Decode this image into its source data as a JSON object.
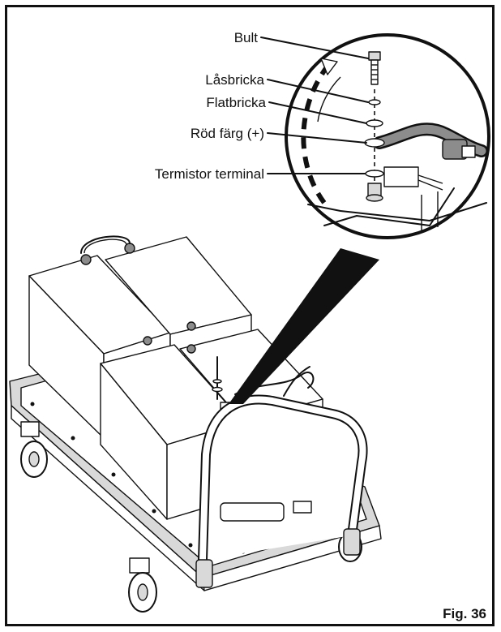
{
  "callouts": [
    {
      "key": "bolt",
      "label": "Bult"
    },
    {
      "key": "lock-washer",
      "label": "Låsbricka"
    },
    {
      "key": "flat-washer",
      "label": "Flatbricka"
    },
    {
      "key": "red-positive",
      "label": "Röd färg (+)"
    },
    {
      "key": "thermistor-terminal",
      "label": "Termistor terminal"
    }
  ],
  "figure_label": "Fig. 36",
  "colors": {
    "line": "#111111",
    "fill_light": "#d9d9d9",
    "fill_dark": "#8c8c8c"
  }
}
